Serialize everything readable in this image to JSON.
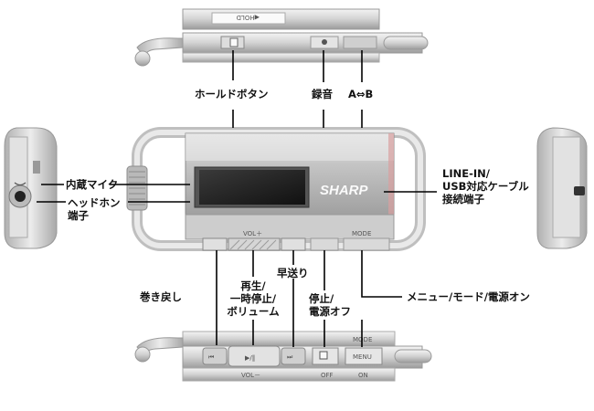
{
  "labels": {
    "hold_button": "ホールドボタン",
    "record": "録音",
    "ab_repeat": "A⇔B",
    "builtin_mic": "内蔵マイク",
    "headphone_line1": "ヘッドホン",
    "headphone_line2": "端子",
    "linein_line1": "LINE-IN/",
    "linein_line2": "USB対応ケーブル",
    "linein_line3": "接続端子",
    "fast_forward": "早送り",
    "play_line1": "再生/",
    "play_line2": "一時停止/",
    "play_line3": "ボリューム",
    "rewind": "巻き戻し",
    "stop_line1": "停止/",
    "stop_line2": "電源オフ",
    "menu_mode_power": "メニュー/モード/電源オン"
  },
  "device": {
    "brand": "SHARP",
    "vol_plus": "VOL＋",
    "vol_minus": "VOL－",
    "mode": "MODE",
    "hold": "◀HOLD",
    "off": "OFF",
    "on": "ON",
    "menu": "MENU",
    "mode_small": "MODE"
  }
}
